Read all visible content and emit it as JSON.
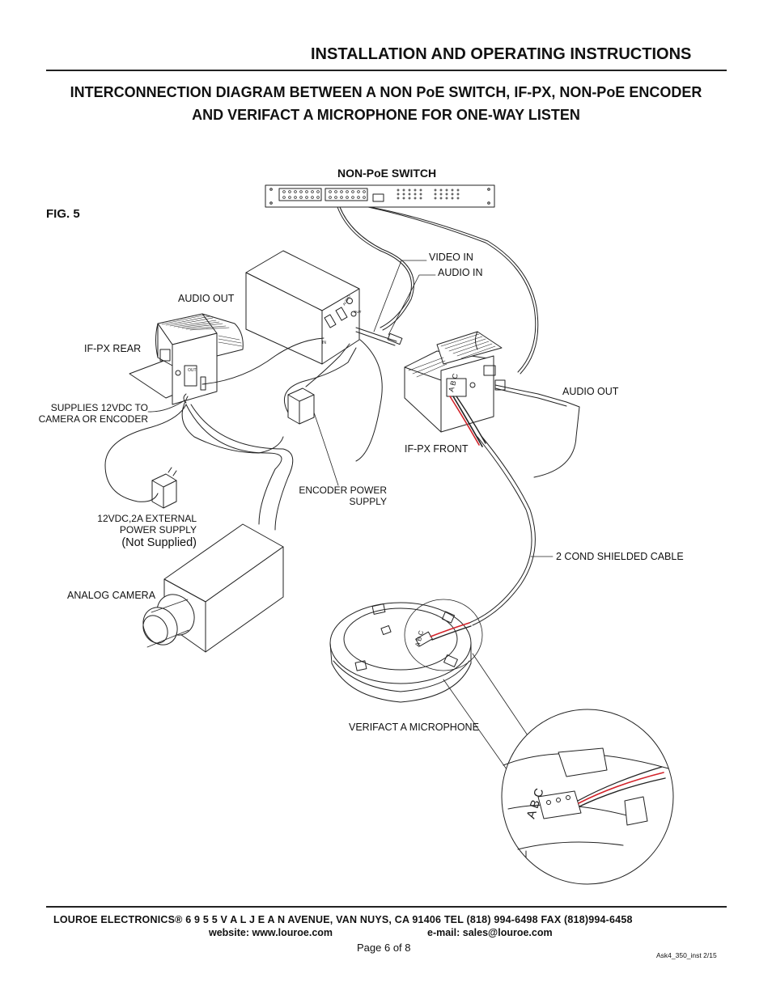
{
  "header": {
    "title": "INSTALLATION AND OPERATING INSTRUCTIONS",
    "subtitle_line1": "INTERCONNECTION DIAGRAM BETWEEN A NON PoE SWITCH, IF-PX, NON-PoE ENCODER",
    "subtitle_line2": "AND VERIFACT A MICROPHONE FOR ONE-WAY LISTEN"
  },
  "figure": {
    "label": "FIG. 5"
  },
  "diagram": {
    "switch_label": "NON-PoE SWITCH",
    "video_in": "VIDEO IN",
    "audio_in": "AUDIO IN",
    "audio_out_left": "AUDIO OUT",
    "ifpx_rear": "IF-PX REAR",
    "supplies_line1": "SUPPLIES 12VDC TO",
    "supplies_line2": "CAMERA OR ENCODER",
    "audio_out_right": "AUDIO OUT",
    "ifpx_front": "IF-PX FRONT",
    "encoder_ps_line1": "ENCODER POWER",
    "encoder_ps_line2": "SUPPLY",
    "ext_ps_line1": "12VDC,2A  EXTERNAL",
    "ext_ps_line2": "POWER SUPPLY",
    "ext_ps_line3": "(Not Supplied)",
    "cable_label": "2 COND SHIELDED CABLE",
    "analog_camera": "ANALOG CAMERA",
    "microphone": "VERIFACT A MICROPHONE",
    "terminal_abc": "A B C",
    "rear_out": "OUT",
    "in_tag": "IN",
    "encoder_tag_audio": "AUDIO",
    "encoder_tag_out": "OUT"
  },
  "footer": {
    "line1": "LOUROE  ELECTRONICS®    6 9 5 5  V A L J E A N  AVENUE,  VAN  NUYS,  CA  91406    TEL  (818)  994-6498    FAX  (818)994-6458",
    "website": "website: www.louroe.com",
    "email": "e-mail: sales@louroe.com",
    "page": "Page 6 of 8",
    "code": "Ask4_350_inst 2/15"
  },
  "colors": {
    "wire_red": "#d2232a",
    "line": "#222222"
  }
}
